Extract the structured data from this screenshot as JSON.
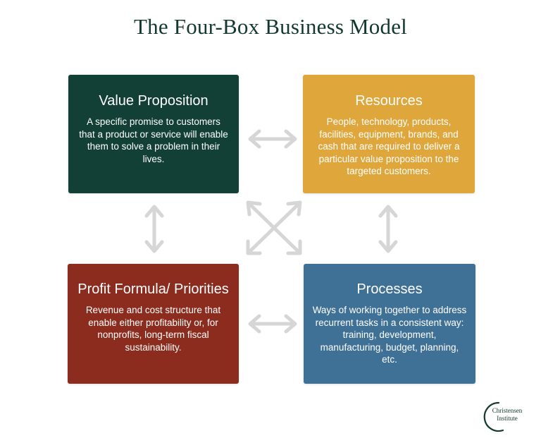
{
  "title": "The Four-Box Business Model",
  "boxes": {
    "value_proposition": {
      "title": "Value Proposition",
      "description": "A specific promise to customers that a product or service will enable them to solve a problem in their lives.",
      "color": "#124037"
    },
    "resources": {
      "title": "Resources",
      "description": "People, technology, products, facilities, equipment, brands, and cash that are required to deliver a particular value proposition to the targeted customers.",
      "color": "#dfa63b"
    },
    "profit_formula": {
      "title": "Profit Formula/ Priorities",
      "description": "Revenue and cost structure that enable either profitability or, for nonprofits, long-term fiscal sustainability.",
      "color": "#8c2c1e"
    },
    "processes": {
      "title": "Processes",
      "description": "Ways of working together to address recurrent tasks in a consistent way: training, development, manufacturing, budget, planning, etc.",
      "color": "#3f7096"
    }
  },
  "arrow_color": "#d6d6d6",
  "logo": {
    "line1": "Christensen",
    "line2": "Institute",
    "color": "#12382f"
  }
}
